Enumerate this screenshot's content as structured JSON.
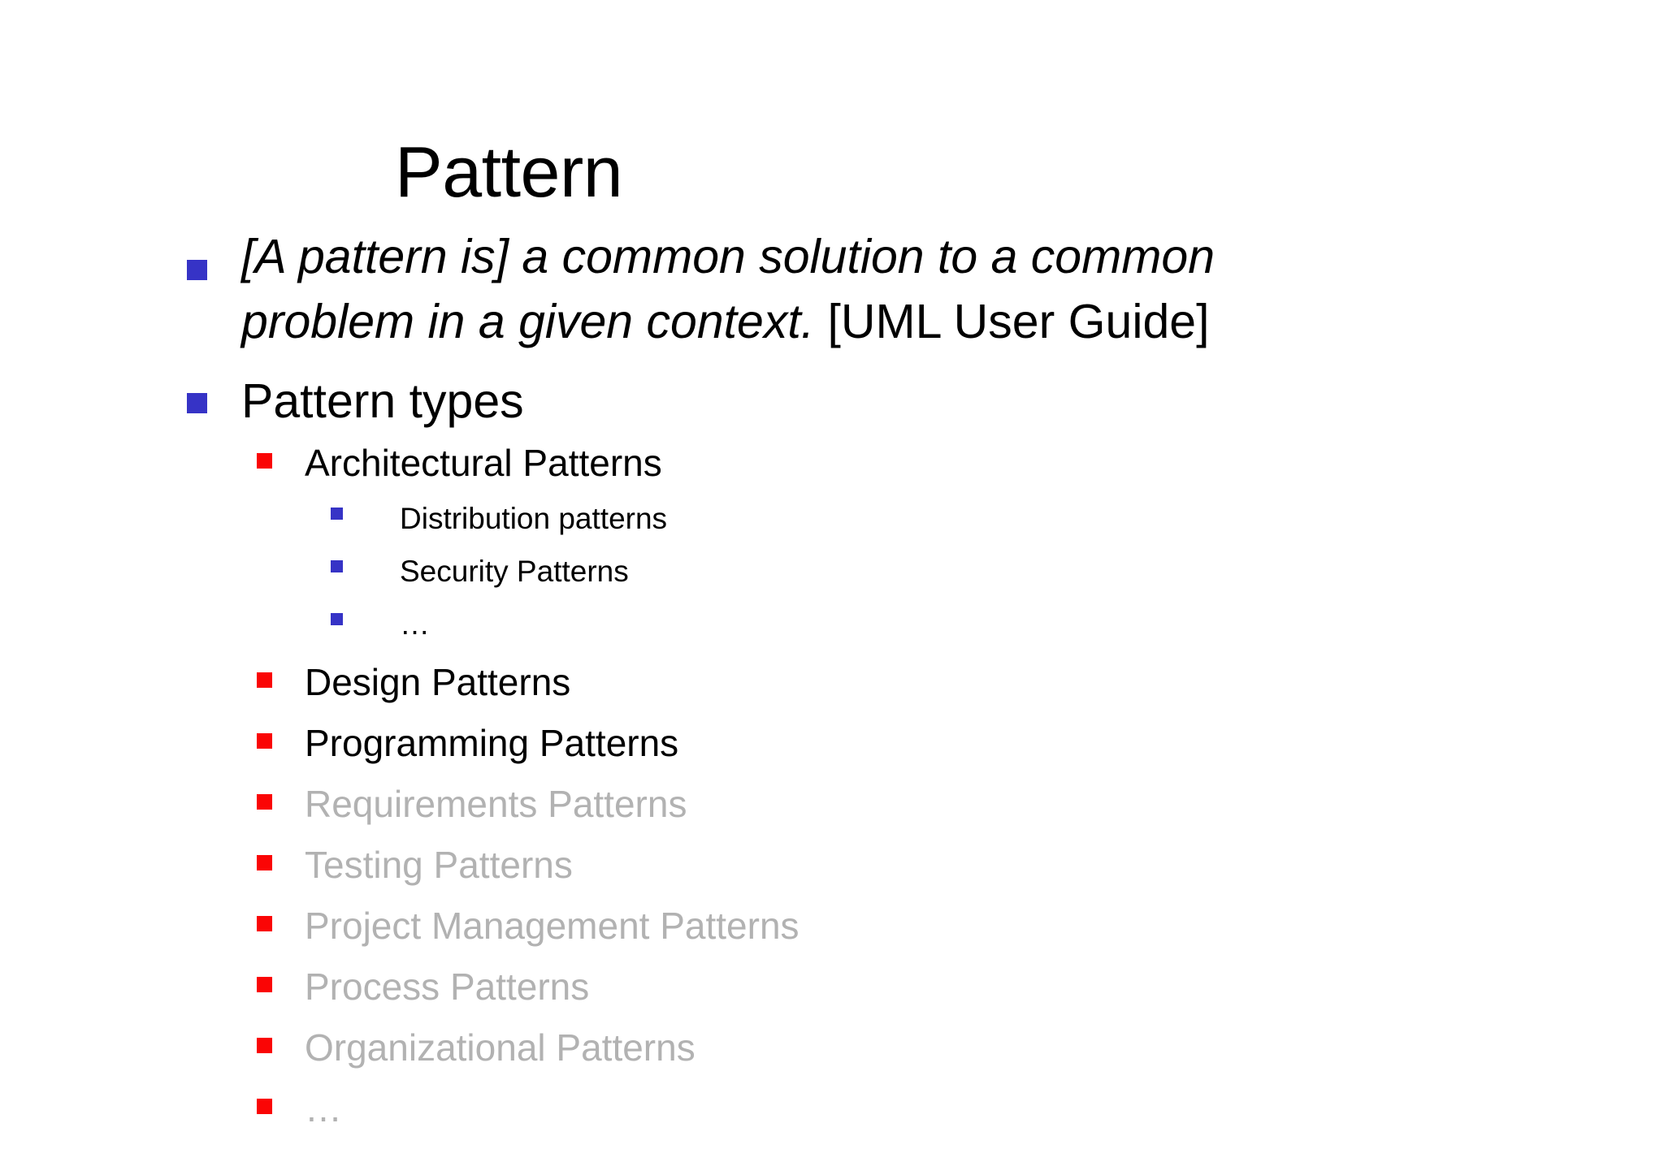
{
  "slide": {
    "title": "Pattern",
    "background_color": "#ffffff",
    "bullet_colors": {
      "level1": "#3633C6",
      "level2": "#FA0505",
      "level3": "#3633C6"
    },
    "text_colors": {
      "normal": "#000000",
      "dimmed": "#B2B2B2"
    }
  },
  "content": {
    "quote": {
      "italic_part": "[A pattern is] a common solution to a common problem in a given context.",
      "source_part": " [UML User Guide]"
    },
    "pattern_types_heading": "Pattern types",
    "types": [
      {
        "label": "Architectural Patterns",
        "dimmed": false
      },
      {
        "label": "Design Patterns",
        "dimmed": false
      },
      {
        "label": "Programming Patterns",
        "dimmed": false
      },
      {
        "label": "Requirements Patterns",
        "dimmed": true
      },
      {
        "label": "Testing Patterns",
        "dimmed": true
      },
      {
        "label": "Project Management Patterns",
        "dimmed": true
      },
      {
        "label": "Process Patterns",
        "dimmed": true
      },
      {
        "label": "Organizational Patterns",
        "dimmed": true
      },
      {
        "label": "…",
        "dimmed": true
      }
    ],
    "architectural_subtypes": [
      {
        "label": "Distribution patterns"
      },
      {
        "label": "Security Patterns"
      },
      {
        "label": "…"
      }
    ]
  }
}
